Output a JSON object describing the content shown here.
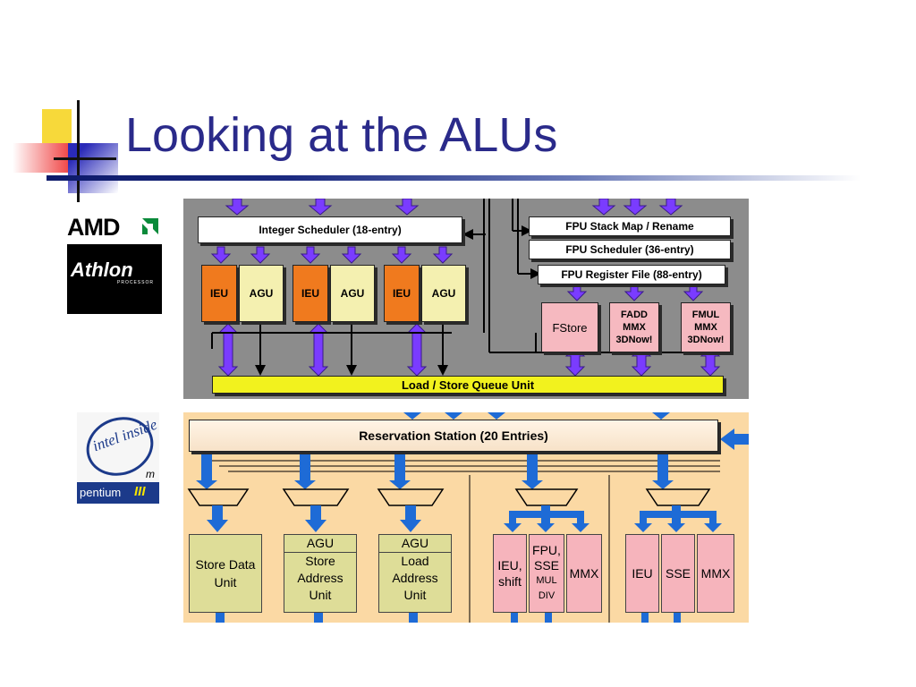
{
  "slide": {
    "title": "Looking at the ALUs"
  },
  "logos": {
    "amd": {
      "text": "AMD",
      "product": "Athlon",
      "sub": "PROCESSOR"
    },
    "intel": {
      "inside": "intel inside",
      "product": "pentium",
      "version": "III",
      "mobile_mark": "m"
    }
  },
  "amd_diagram": {
    "integer_scheduler": "Integer Scheduler (18-entry)",
    "units": [
      "IEU",
      "AGU",
      "IEU",
      "AGU",
      "IEU",
      "AGU"
    ],
    "fpu_stack_map": "FPU Stack Map / Rename",
    "fpu_scheduler": "FPU Scheduler (36-entry)",
    "fpu_register_file": "FPU Register File (88-entry)",
    "fstore": "FStore",
    "fadd": [
      "FADD",
      "MMX",
      "3DNow!"
    ],
    "fmul": [
      "FMUL",
      "MMX",
      "3DNow!"
    ],
    "load_store": "Load / Store Queue Unit",
    "colors": {
      "bg": "#8c8c8c",
      "ieu": "#f07a1e",
      "agu": "#f4f0b0",
      "fpu_unit": "#f6b9c0",
      "arrow": "#7a3cff",
      "load_store": "#f2f21e"
    }
  },
  "intel_diagram": {
    "reservation_station": "Reservation Station (20 Entries)",
    "store_data": [
      "Store Data",
      "Unit"
    ],
    "agu_store": {
      "head": "AGU",
      "body": [
        "Store",
        "Address",
        "Unit"
      ]
    },
    "agu_load": {
      "head": "AGU",
      "body": [
        "Load",
        "Address",
        "Unit"
      ]
    },
    "port0": {
      "ieu": [
        "IEU,",
        "shift"
      ],
      "fpu": [
        "FPU,",
        "SSE",
        "MUL",
        "DIV"
      ],
      "mmx": "MMX"
    },
    "port1": {
      "ieu": "IEU",
      "sse": "SSE",
      "mmx": "MMX"
    },
    "colors": {
      "bg": "#fbd9a4",
      "unit": "#dedd98",
      "exec": "#f6b4bc",
      "arrow": "#1e6bd6"
    }
  }
}
